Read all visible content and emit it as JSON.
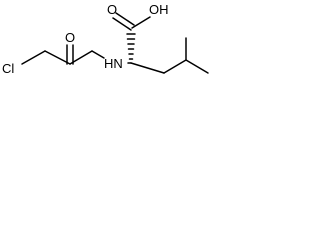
{
  "molecule": {
    "atom_labels": {
      "chlorine": "Cl",
      "carbonyl_oxygen": "O",
      "amide_nitrogen": "HN",
      "acid_hydroxyl": "OH",
      "acid_oxygen": "O"
    },
    "colors": {
      "bond": "#000000",
      "label": "#000000",
      "background": "#ffffff"
    }
  }
}
